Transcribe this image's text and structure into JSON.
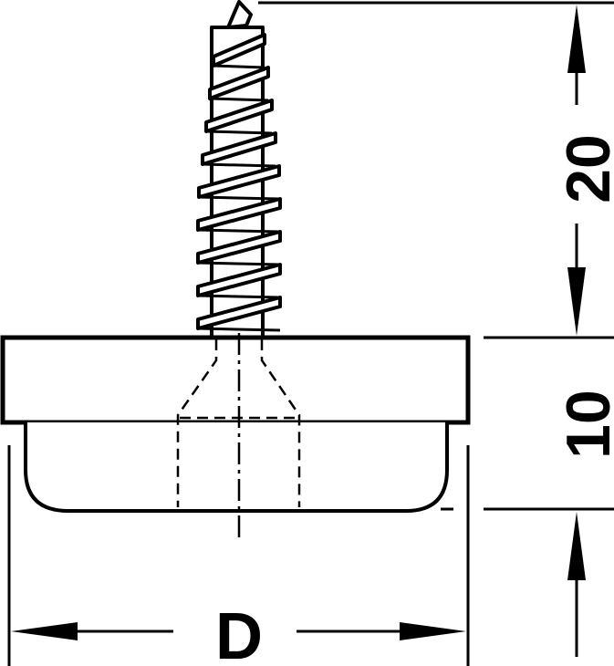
{
  "dimensions": {
    "screw_length": "20",
    "glide_height": "10",
    "diameter": "D"
  },
  "colors": {
    "line": "#000000",
    "background": "#ffffff"
  }
}
